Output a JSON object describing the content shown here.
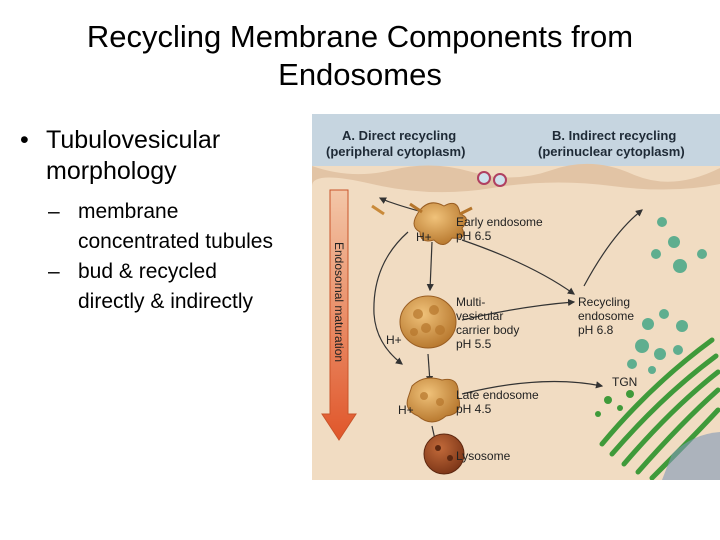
{
  "slide": {
    "title_line1": "Recycling Membrane Components from",
    "title_line2": "Endosomes",
    "bullet": {
      "line1": "Tubulovesicular",
      "line2": "morphology"
    },
    "sub_bullets": [
      {
        "line1": "membrane",
        "line2": "concentrated tubules"
      },
      {
        "line1": "bud & recycled",
        "line2": "directly & indirectly"
      }
    ],
    "dash": "–"
  },
  "figure": {
    "header_a_line1": "A. Direct recycling",
    "header_a_line2": "(peripheral cytoplasm)",
    "header_b_line1": "B. Indirect recycling",
    "header_b_line2": "(perinuclear cytoplasm)",
    "arrow_label": "Endosomal maturation",
    "early_endosome": {
      "line1": "Early endosome",
      "line2": "pH 6.5"
    },
    "mvb": {
      "line1": "Multi-",
      "line2": "vesicular",
      "line3": "carrier body",
      "line4": "pH 5.5"
    },
    "late_endosome": {
      "line1": "Late endosome",
      "line2": "pH 4.5"
    },
    "lysosome": "Lysosome",
    "recycling_endosome": {
      "line1": "Recycling",
      "line2": "endosome",
      "line3": "pH 6.8"
    },
    "tgn": "TGN",
    "proton": "H+",
    "colors": {
      "header_band": "#c6d5e0",
      "cytoplasm": "#f1dcc2",
      "membrane": "#e2c4a5",
      "arrow": "#e0562a",
      "organelle": "#c98a3a",
      "lysosome": "#9b4a24",
      "recycling": "#5fae8f",
      "golgi": "#3f9a3a"
    }
  }
}
